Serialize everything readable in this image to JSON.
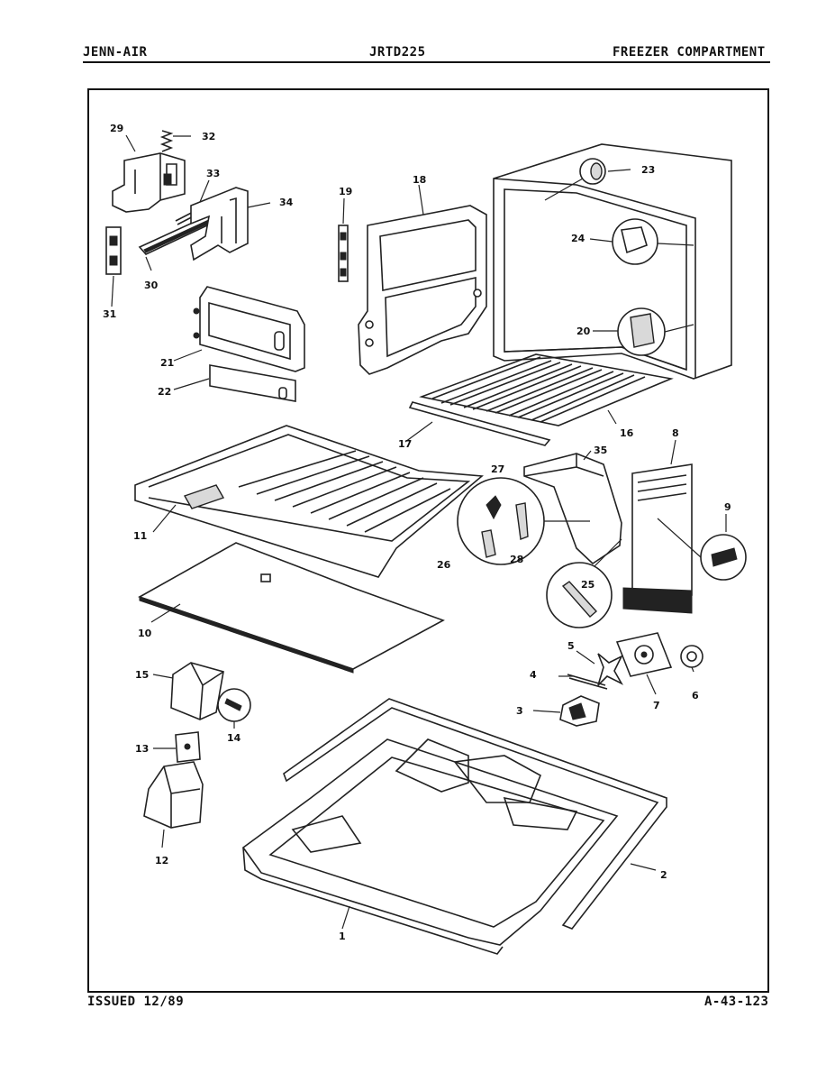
{
  "header": {
    "brand": "JENN-AIR",
    "model": "JRTD225",
    "section": "FREEZER COMPARTMENT"
  },
  "footer": {
    "issued": "ISSUED 12/89",
    "page_code": "A-43-123"
  },
  "callouts": [
    "1",
    "2",
    "3",
    "4",
    "5",
    "6",
    "7",
    "8",
    "9",
    "10",
    "11",
    "12",
    "13",
    "14",
    "15",
    "16",
    "17",
    "18",
    "19",
    "20",
    "21",
    "22",
    "23",
    "24",
    "25",
    "26",
    "27",
    "28",
    "29",
    "30",
    "31",
    "32",
    "33",
    "34",
    "35"
  ]
}
